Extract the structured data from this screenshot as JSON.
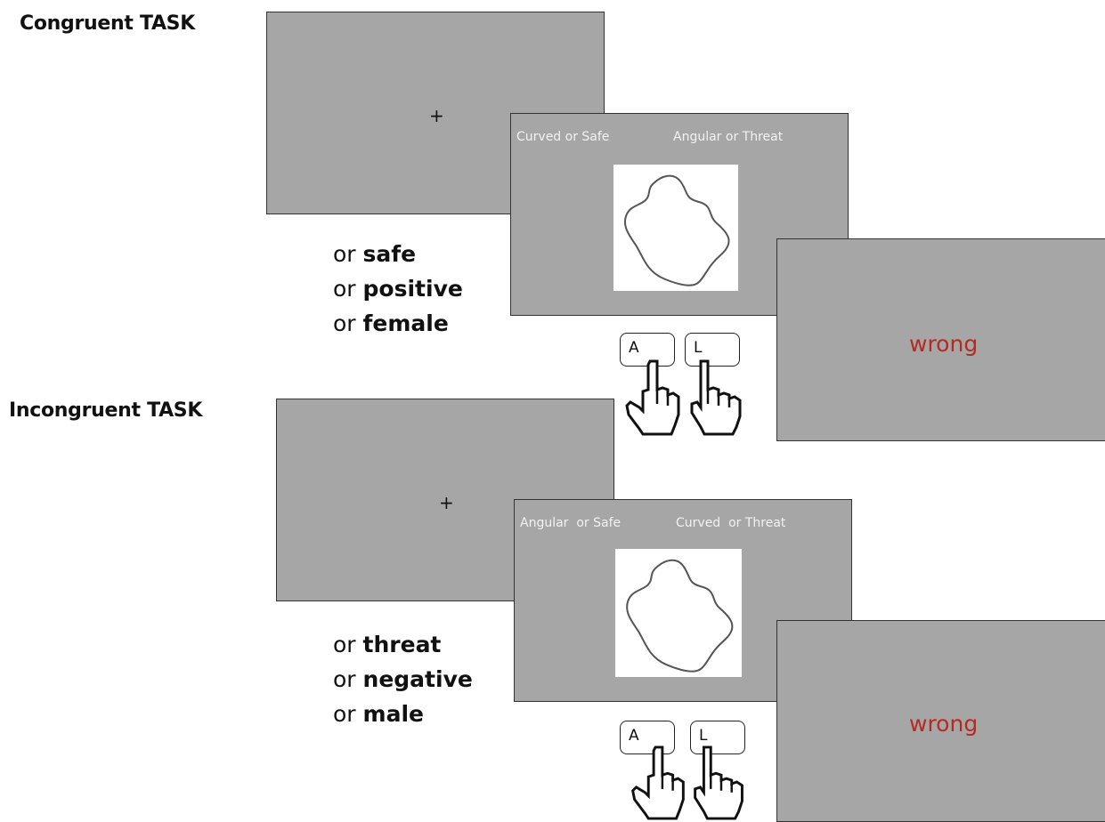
{
  "congruent": {
    "title": "Congruent TASK",
    "fixation": "+",
    "left_label": "Curved or Safe",
    "right_label": "Angular or Threat",
    "words": [
      {
        "prefix": "or ",
        "word": "safe"
      },
      {
        "prefix": "or ",
        "word": "positive"
      },
      {
        "prefix": "or ",
        "word": "female"
      }
    ],
    "key_left": "A",
    "key_right": "L",
    "feedback": "wrong"
  },
  "incongruent": {
    "title": "Incongruent TASK",
    "fixation": "+",
    "left_label": "Angular  or Safe",
    "right_label": "Curved  or Threat",
    "words": [
      {
        "prefix": "or ",
        "word": "threat"
      },
      {
        "prefix": "or ",
        "word": "negative"
      },
      {
        "prefix": "or ",
        "word": "male"
      }
    ],
    "key_left": "A",
    "key_right": "L",
    "feedback": "wrong"
  },
  "colors": {
    "screen": "#a6a6a6",
    "feedback": "#b52a22",
    "label": "#f2f2f2"
  },
  "icons": {
    "shape": "curved-blob-outline",
    "hand": "pointing-hand-cursor-icon"
  }
}
